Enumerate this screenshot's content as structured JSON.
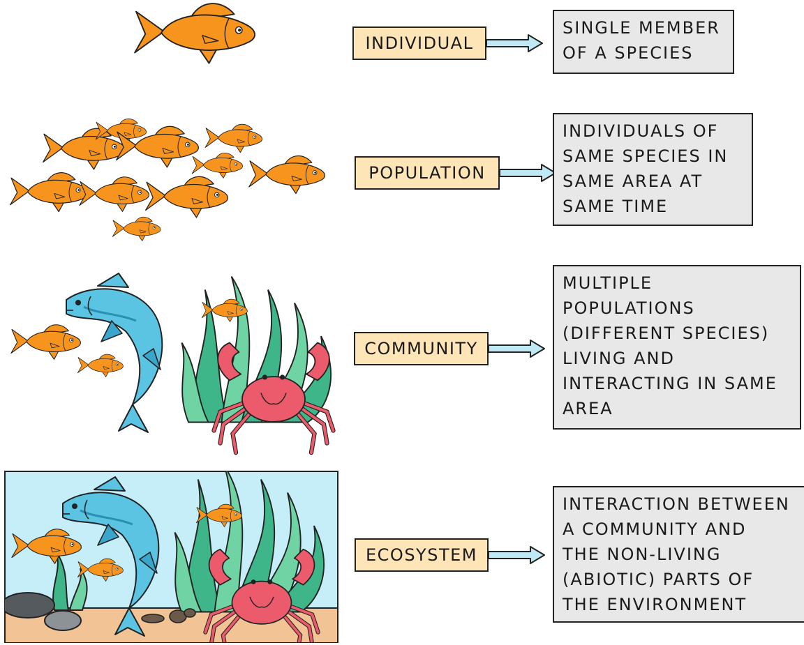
{
  "levels": [
    {
      "key": "individual",
      "label": "INDIVIDUAL",
      "description": [
        "SINGLE MEMBER",
        "OF A SPECIES"
      ]
    },
    {
      "key": "population",
      "label": "POPULATION",
      "description": [
        "INDIVIDUALS OF",
        "SAME SPECIES IN",
        "SAME AREA AT",
        "SAME TIME"
      ]
    },
    {
      "key": "community",
      "label": "COMMUNITY",
      "description": [
        "MULTIPLE",
        "POPULATIONS",
        "(DIFFERENT SPECIES)",
        "LIVING AND",
        "INTERACTING IN SAME",
        "AREA"
      ]
    },
    {
      "key": "ecosystem",
      "label": "ECOSYSTEM",
      "description": [
        "INTERACTION BETWEEN",
        "A COMMUNITY AND",
        "THE NON-LIVING",
        "(ABIOTIC) PARTS OF",
        "THE ENVIRONMENT"
      ]
    }
  ],
  "colors": {
    "label_fill": "#fde5b8",
    "desc_fill": "#e8e8e8",
    "arrow_fill": "#bfe9f4",
    "goldfish": "#f7941d",
    "salmon": "#5bc4e3",
    "seaweed": "#3fb58a",
    "crab": "#ec5b6b",
    "water": "#c6eef9",
    "sand": "#f2c395"
  },
  "icons": [
    "goldfish-icon",
    "blue-fish-icon",
    "crab-icon",
    "seaweed-icon",
    "rock-icon",
    "arrow-right-icon"
  ]
}
